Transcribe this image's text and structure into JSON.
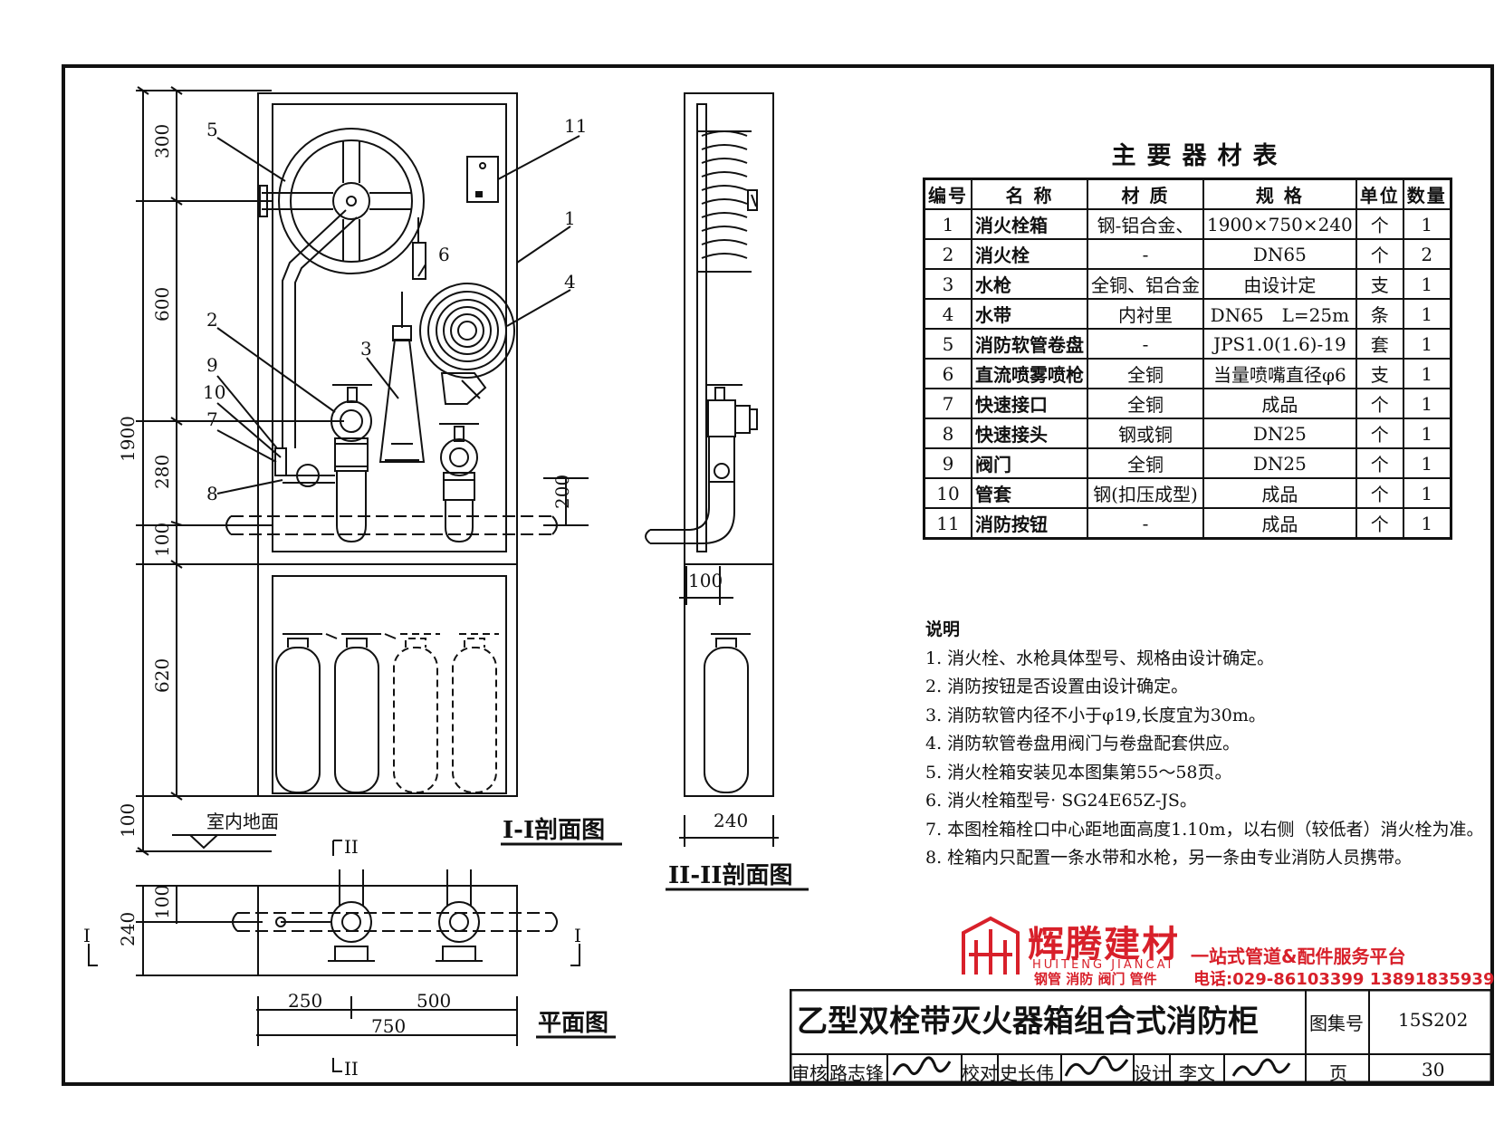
{
  "labels": {
    "section_1": "I-I剖面图",
    "section_2": "II-II剖面图",
    "plan": "平面图",
    "floor": "室内地面",
    "mark_I": "I",
    "mark_II": "II"
  },
  "callouts": [
    "1",
    "2",
    "3",
    "4",
    "5",
    "6",
    "7",
    "8",
    "9",
    "10",
    "11"
  ],
  "dimensions": {
    "v300": "300",
    "v600": "600",
    "v1900": "1900",
    "v280": "280",
    "v100a": "100",
    "v620": "620",
    "v100b": "100",
    "v200": "200",
    "h100": "100",
    "h240": "240",
    "p100": "100",
    "p240": "240",
    "p250": "250",
    "p500": "500",
    "p750": "750"
  },
  "table": {
    "title": "主要器材表",
    "headers": [
      "编号",
      "名 称",
      "材 质",
      "规 格",
      "单位",
      "数量"
    ],
    "rows": [
      [
        "1",
        "消火栓箱",
        "钢-铝合金、",
        "1900×750×240",
        "个",
        "1"
      ],
      [
        "2",
        "消火栓",
        "-",
        "DN65",
        "个",
        "2"
      ],
      [
        "3",
        "水枪",
        "全铜、铝合金",
        "由设计定",
        "支",
        "1"
      ],
      [
        "4",
        "水带",
        "内衬里",
        "DN65　L=25m",
        "条",
        "1"
      ],
      [
        "5",
        "消防软管卷盘",
        "-",
        "JPS1.0(1.6)-19",
        "套",
        "1"
      ],
      [
        "6",
        "直流喷雾喷枪",
        "全铜",
        "当量喷嘴直径φ6",
        "支",
        "1"
      ],
      [
        "7",
        "快速接口",
        "全铜",
        "成品",
        "个",
        "1"
      ],
      [
        "8",
        "快速接头",
        "钢或铜",
        "DN25",
        "个",
        "1"
      ],
      [
        "9",
        "阀门",
        "全铜",
        "DN25",
        "个",
        "1"
      ],
      [
        "10",
        "管套",
        "钢(扣压成型)",
        "成品",
        "个",
        "1"
      ],
      [
        "11",
        "消防按钮",
        "-",
        "成品",
        "个",
        "1"
      ]
    ]
  },
  "notes": {
    "heading": "说明",
    "items": [
      "1. 消火栓、水枪具体型号、规格由设计确定。",
      "2. 消防按钮是否设置由设计确定。",
      "3. 消防软管内径不小于φ19,长度宜为30m。",
      "4. 消防软管卷盘用阀门与卷盘配套供应。",
      "5. 消火栓箱安装见本图集第55～58页。",
      "6. 消火栓箱型号· SG24E65Z-JS。",
      "7. 本图栓箱栓口中心距地面高度1.10m，以右侧（较低者）消火栓为准。",
      "8. 栓箱内只配置一条水带和水枪，另一条由专业消防人员携带。"
    ]
  },
  "brand": {
    "name": "辉腾建材",
    "pinyin": "HUITENG JIANCAI",
    "sub": "钢管 消防 阀门 管件",
    "slogan": "一站式管道&配件服务平台",
    "phone": "电话:029-86103399 13891835939",
    "color": "#d8202a"
  },
  "title_block": {
    "main_title": "乙型双栓带灭火器箱组合式消防柜",
    "atlas_label": "图集号",
    "atlas_no": "15S202",
    "review_label": "审核",
    "review_name": "路志锋",
    "check_label": "校对",
    "check_name": "史长伟",
    "design_label": "设计",
    "design_name": "李文",
    "page_label": "页",
    "page_no": "30"
  }
}
